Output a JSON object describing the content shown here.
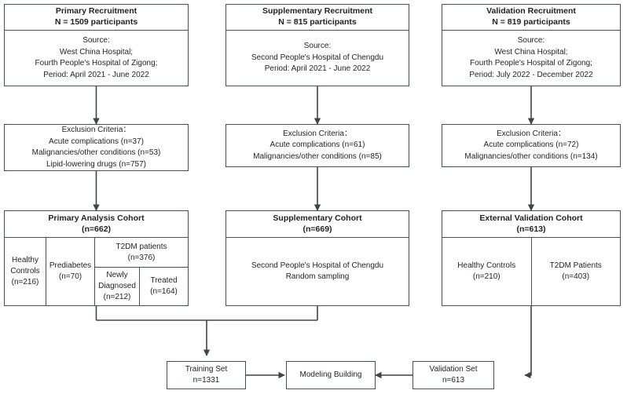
{
  "diagram": {
    "title": "Participant recruitment and analysis flowchart",
    "stroke_color": "#4a4f57",
    "text_color": "#231f20",
    "background": "#ffffff"
  },
  "recruitment": [
    {
      "title_line1": "Primary Recruitment",
      "title_line2": "N = 1509 participants",
      "source_label": "Source:",
      "source_lines": [
        "West China Hospital;",
        "Fourth People's Hospital of Zigong;",
        "Period: April 2021 - June 2022"
      ]
    },
    {
      "title_line1": "Supplementary Recruitment",
      "title_line2": "N = 815 participants",
      "source_label": "Source:",
      "source_lines": [
        "Second People's Hospital of Chengdu",
        "Period: April 2021 - June 2022"
      ]
    },
    {
      "title_line1": "Validation Recruitment",
      "title_line2": "N = 819 participants",
      "source_label": "Source:",
      "source_lines": [
        "West China Hospital;",
        "Fourth People's Hospital of Zigong;",
        "Period: July 2022 - December 2022"
      ]
    }
  ],
  "exclusion": [
    {
      "label": "Exclusion Criteria：",
      "items": [
        "Acute complications (n=37)",
        "Malignancies/other conditions (n=53)",
        "Lipid-lowering drugs (n=757)"
      ]
    },
    {
      "label": "Exclusion Criteria：",
      "items": [
        "Acute complications (n=61)",
        "Malignancies/other conditions (n=85)"
      ]
    },
    {
      "label": "Exclusion Criteria：",
      "items": [
        "Acute complications (n=72)",
        "Malignancies/other conditions (n=134)"
      ]
    }
  ],
  "cohorts": {
    "primary": {
      "title_line1": "Primary Analysis Cohort",
      "title_line2": "(n=662)",
      "healthy_controls": {
        "line1": "Healthy",
        "line2": "Controls",
        "line3": "(n=216)"
      },
      "prediabetes": {
        "line1": "Prediabetes",
        "line2": "(n=70)"
      },
      "t2dm": {
        "line1": "T2DM patients",
        "line2": "(n=376)"
      },
      "newly_diagnosed": {
        "line1": "Newly",
        "line2": "Diagnosed",
        "line3": "(n=212)"
      },
      "treated": {
        "line1": "Treated",
        "line2": "(n=164)"
      }
    },
    "supplementary": {
      "title_line1": "Supplementary Cohort",
      "title_line2": "(n=669)",
      "body_lines": [
        "Second People's Hospital of Chengdu",
        "Random sampling"
      ]
    },
    "validation": {
      "title_line1": "External Validation Cohort",
      "title_line2": "(n=613)",
      "healthy_controls": {
        "line1": "Healthy Controls",
        "line2": "(n=210)"
      },
      "t2dm": {
        "line1": "T2DM Patients",
        "line2": "(n=403)"
      }
    }
  },
  "modeling": {
    "training_set": {
      "line1": "Training Set",
      "line2": "n=1331"
    },
    "model_build": {
      "line1": "Modeling Building"
    },
    "validation_set": {
      "line1": "Validation Set",
      "line2": "n=613"
    }
  }
}
